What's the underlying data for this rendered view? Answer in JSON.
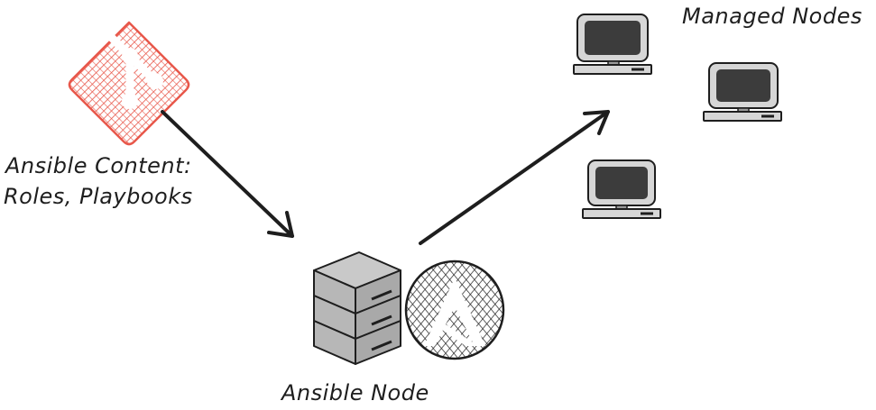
{
  "labels": {
    "ansible_content_line1": "Ansible Content:",
    "ansible_content_line2": "Roles, Playbooks",
    "managed_nodes": "Managed Nodes",
    "ansible_node": "Ansible Node"
  },
  "icons": {
    "content_source": "git-icon",
    "control_node": "server-stack-icon",
    "automation_logo": "ansible-logo-icon",
    "managed_node": "computer-monitor-icon"
  },
  "colors": {
    "git": "#e8574a",
    "stroke": "#1e1e1e",
    "server_fill": "#b7b7b7",
    "screen_fill": "#3c3c3c",
    "monitor_fill": "#d6d6d6"
  }
}
